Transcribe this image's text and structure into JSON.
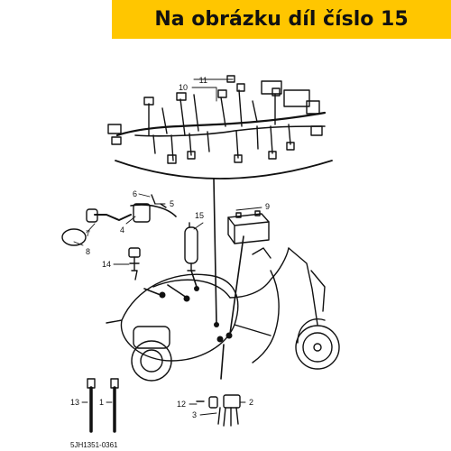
{
  "banner": {
    "text": "Na obrázku díl číslo 15",
    "color": "#ffc600"
  },
  "diagram": {
    "part_code": "5JH1351-0361",
    "callouts": [
      "1",
      "2",
      "3",
      "4",
      "5",
      "6",
      "7",
      "8",
      "9",
      "10",
      "11",
      "12",
      "13",
      "14",
      "15"
    ],
    "highlighted_part": "15"
  }
}
